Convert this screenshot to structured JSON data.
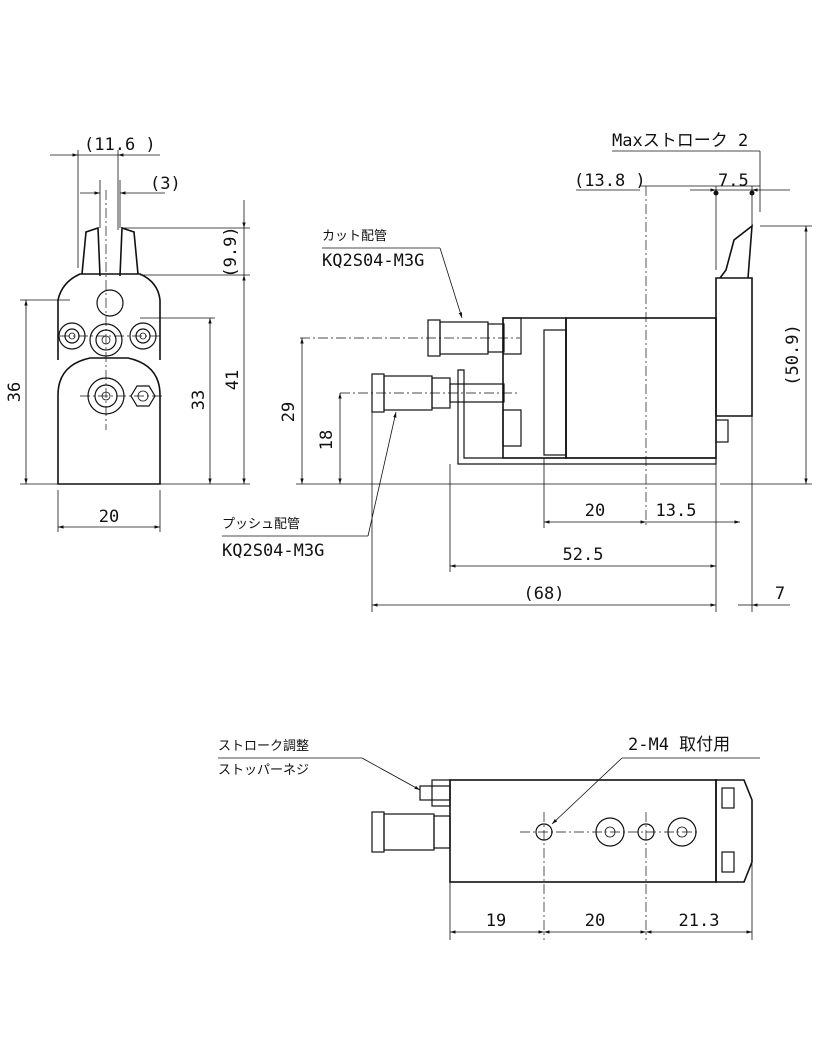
{
  "front_view": {
    "dims": {
      "w_11_6": "(11.6 )",
      "w_3": "(3)",
      "h_9_9": "(9.9)",
      "h_36": "36",
      "h_33": "33",
      "h_41": "41",
      "w_20": "20"
    }
  },
  "side_view": {
    "max_stroke": "Maxストローク  2",
    "dims": {
      "d_13_8": "(13.8 )",
      "d_7_5": "7.5",
      "d_50_9": "(50.9)",
      "d_29": "29",
      "d_18": "18",
      "d_20": "20",
      "d_13_5": "13.5",
      "d_52_5": "52.5",
      "d_68": "(68)",
      "d_7": "7"
    },
    "cut_pipe": {
      "label": "カット配管",
      "part": "KQ2S04-M3G"
    },
    "push_pipe": {
      "label": "プッシュ配管",
      "part": "KQ2S04-M3G"
    }
  },
  "top_view": {
    "stopper_line1": "ストローク調整",
    "stopper_line2": "ストッパーネジ",
    "mount": "2-M4 取付用",
    "dims": {
      "d_19": "19",
      "d_20": "20",
      "d_21_3": "21.3"
    }
  }
}
